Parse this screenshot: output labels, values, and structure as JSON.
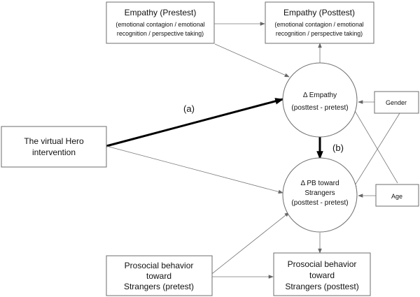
{
  "nodes": {
    "empathy_pre": {
      "title": "Empathy (Prestest)",
      "line1": "(emotional contagion / emotional",
      "line2": "recognition / perspective taking)"
    },
    "empathy_post": {
      "title": "Empathy (Posttest)",
      "line1": "(emotional contagion / emotional",
      "line2": "recognition / perspective taking)"
    },
    "hero": {
      "line1": "The virtual Hero",
      "line2": "intervention"
    },
    "delta_empathy": {
      "line1": "Δ Empathy",
      "line2": "(posttest - pretest)"
    },
    "delta_pb": {
      "line1": "Δ PB toward",
      "line2": "Strangers",
      "line3": "(posttest - pretest)"
    },
    "gender": {
      "label": "Gender"
    },
    "age": {
      "label": "Age"
    },
    "pb_pre": {
      "line1": "Prosocial behavior",
      "line2": "toward",
      "line3": "Strangers (pretest)"
    },
    "pb_post": {
      "line1": "Prosocial behavior",
      "line2": "toward",
      "line3": "Strangers (posttest)"
    }
  },
  "path_labels": {
    "a": "(a)",
    "b": "(b)"
  }
}
